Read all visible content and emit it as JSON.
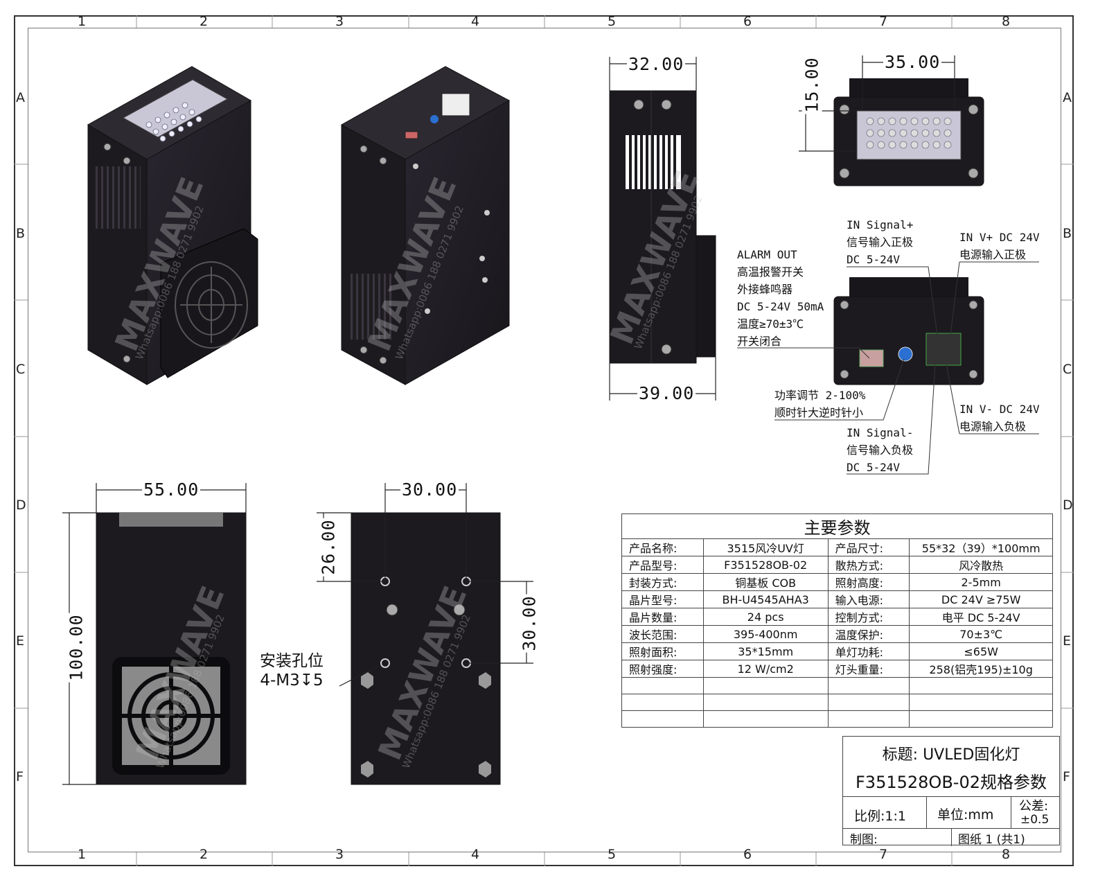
{
  "border": {
    "zone_numbers": [
      "1",
      "2",
      "3",
      "4",
      "5",
      "6",
      "7",
      "8"
    ],
    "zone_letters": [
      "A",
      "B",
      "C",
      "D",
      "E",
      "F"
    ]
  },
  "dimensions": {
    "side_width": "32.00",
    "side_width_total": "39.00",
    "front_width": "35.00",
    "front_height": "15.00",
    "bottom_width": "55.00",
    "bottom_length": "100.00",
    "hole_spacing_x": "30.00",
    "hole_offset_y": "26.00",
    "hole_spacing_y": "30.00"
  },
  "mount_label": {
    "line1": "安装孔位",
    "line2": "4-M3↧5"
  },
  "connector_notes": {
    "alarm": [
      "ALARM OUT",
      "高温报警开关",
      "外接蜂鸣器",
      "DC 5-24V 50mA",
      "温度≥70±3℃",
      "开关闭合"
    ],
    "signal_plus": [
      "IN Signal+",
      "信号输入正极",
      "DC 5-24V"
    ],
    "power_plus": [
      "IN V+ DC 24V",
      "电源输入正极"
    ],
    "power_adjust": [
      "功率调节 2-100%",
      "顺时针大逆时针小"
    ],
    "power_minus": [
      "IN V- DC 24V",
      "电源输入负极"
    ],
    "signal_minus": [
      "IN Signal-",
      "信号输入负极",
      "DC 5-24V"
    ]
  },
  "specs": {
    "title": "主要参数",
    "rows": [
      [
        "产品名称:",
        "3515风冷UV灯",
        "产品尺寸:",
        "55*32（39）*100mm"
      ],
      [
        "产品型号:",
        "F351528OB-02",
        "散热方式:",
        "风冷散热"
      ],
      [
        "封装方式:",
        "铜基板 COB",
        "照射高度:",
        "2-5mm"
      ],
      [
        "晶片型号:",
        "BH-U4545AHA3",
        "输入电源:",
        "DC 24V ≥75W"
      ],
      [
        "晶片数量:",
        "24 pcs",
        "控制方式:",
        "电平 DC 5-24V"
      ],
      [
        "波长范围:",
        "395-400nm",
        "温度保护:",
        "70±3℃"
      ],
      [
        "照射面积:",
        "35*15mm",
        "单灯功耗:",
        "≤65W"
      ],
      [
        "照射强度:",
        "12 W/cm2",
        "灯头重量:",
        "258(铝壳195)±10g"
      ]
    ]
  },
  "title_block": {
    "title_line1": "标题: UVLED固化灯",
    "title_line2": "F351528OB-02规格参数",
    "scale": "比例:1:1",
    "unit": "单位:mm",
    "tolerance_label": "公差:",
    "tolerance_value": "±0.5",
    "drawn_by": "制图:",
    "sheet": "图纸 1 (共1)"
  },
  "watermark": {
    "brand": "MAXWAVE",
    "contact": "Whatsapp:0086 188 0271 9902"
  },
  "colors": {
    "housing": "#1f1c20",
    "housing_edge": "#3a3640",
    "led_window": "#c9c7d6",
    "line": "#222222"
  }
}
